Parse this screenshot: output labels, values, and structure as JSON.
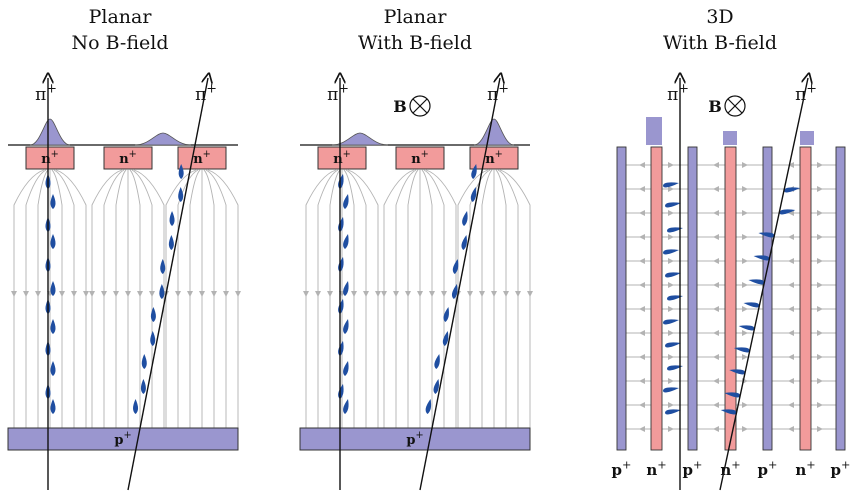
{
  "panels": [
    {
      "title_line1": "Planar",
      "title_line2": "No B-field",
      "bfield_label": ""
    },
    {
      "title_line1": "Planar",
      "title_line2": "With B-field",
      "bfield_label": "B"
    },
    {
      "title_line1": "3D",
      "title_line2": "With B-field",
      "bfield_label": "B"
    }
  ],
  "labels": {
    "pion": "π",
    "pion_charge": "+",
    "n_plus": "n",
    "p_plus": "p",
    "plus": "+"
  },
  "colors": {
    "n_implant": "#f29b9b",
    "p_implant": "#9a96cf",
    "drop": "#1f4ea1",
    "field_line": "#b3b3b3",
    "signal_fill": "#9a96cf"
  }
}
